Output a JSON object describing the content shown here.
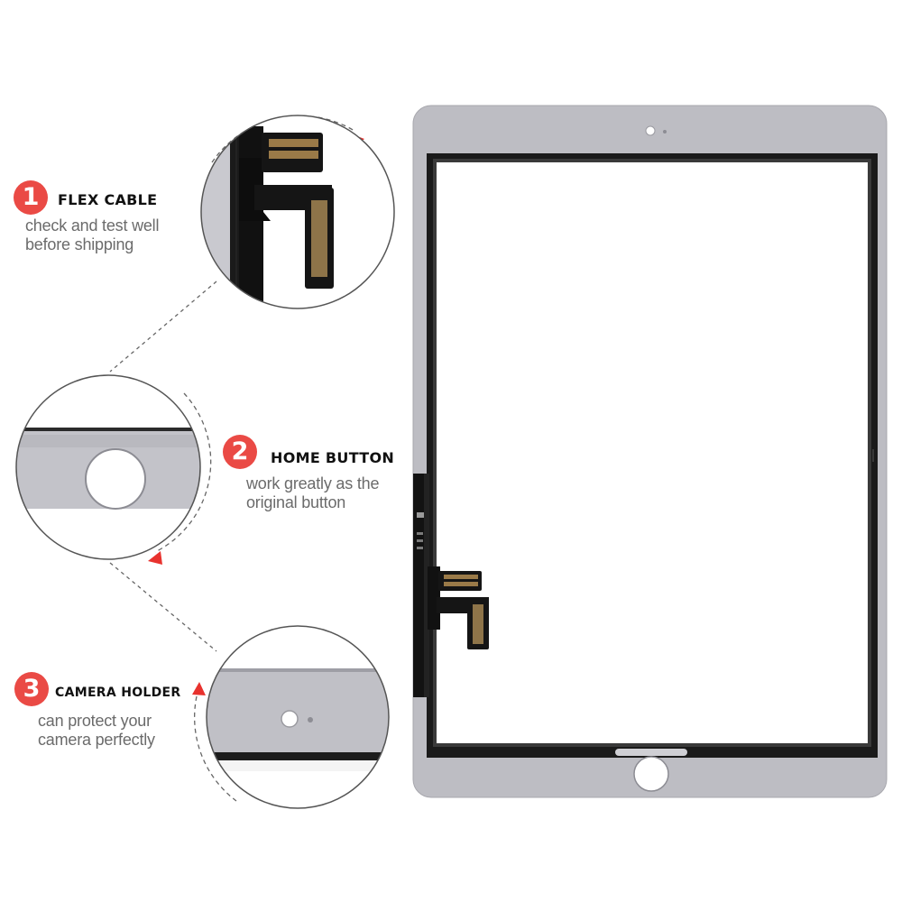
{
  "features": [
    {
      "number": "1",
      "title": "FLEX CABLE",
      "description": [
        "check and test well",
        "before shipping"
      ],
      "icon": "flex-cable-zoom"
    },
    {
      "number": "2",
      "title": "HOME BUTTON",
      "description": [
        "work greatly as the",
        "original button"
      ],
      "icon": "home-button-zoom"
    },
    {
      "number": "3",
      "title": "CAMERA HOLDER",
      "description": [
        "can protect your",
        "camera perfectly"
      ],
      "icon": "camera-holder-zoom"
    }
  ],
  "colors": {
    "badge": "#ea4a45",
    "arrow": "#e8322e",
    "panel_frame": "#bdbdc3",
    "screen": "#ffffff",
    "flex": "#141414"
  }
}
